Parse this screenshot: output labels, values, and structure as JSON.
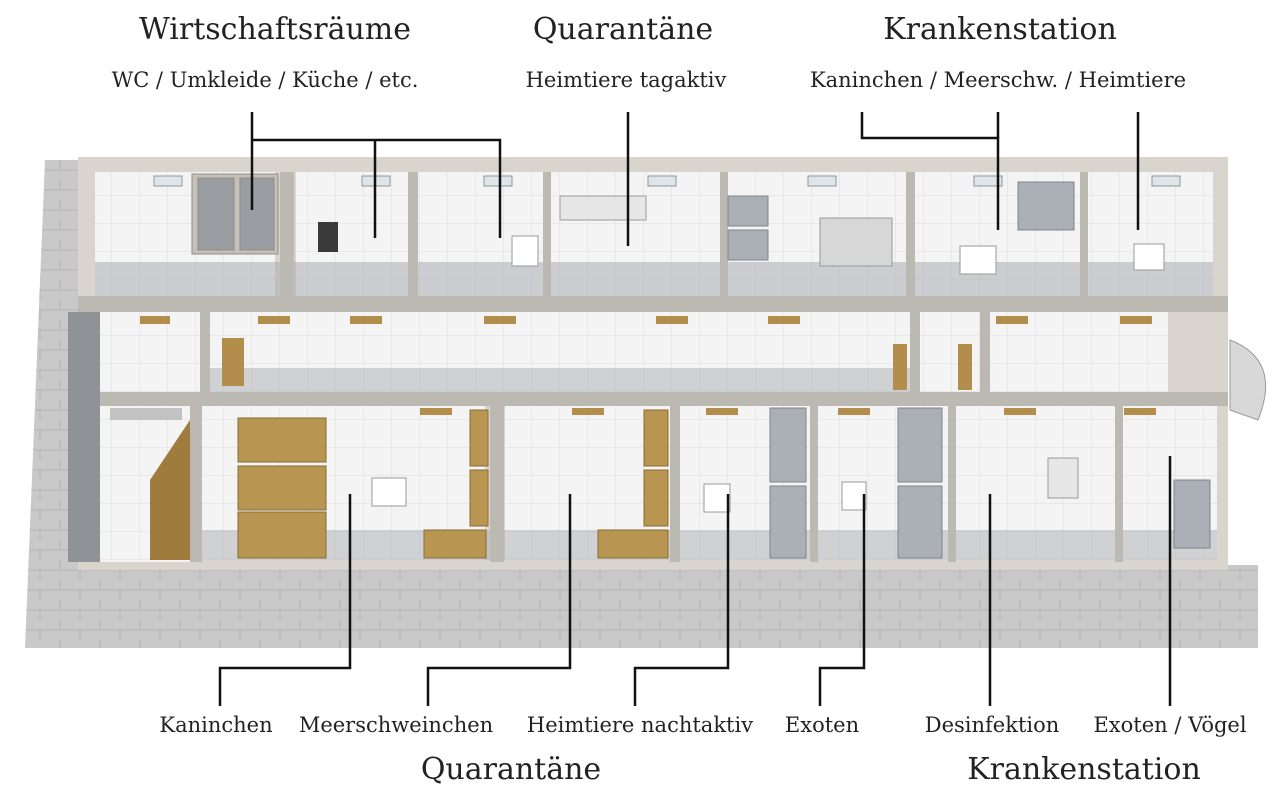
{
  "top": {
    "wirtschaft": {
      "heading": "Wirtschaftsräume",
      "sub": "WC / Umkleide / Küche / etc."
    },
    "quarantaene": {
      "heading": "Quarantäne",
      "sub": "Heimtiere tagaktiv"
    },
    "kranken": {
      "heading": "Krankenstation",
      "sub": "Kaninchen / Meerschw. / Heimtiere"
    }
  },
  "bottom": {
    "labels": [
      "Kaninchen",
      "Meerschweinchen",
      "Heimtiere nachtaktiv",
      "Exoten",
      "Desinfektion",
      "Exoten / Vögel"
    ],
    "quarantaene_heading": "Quarantäne",
    "kranken_heading": "Krankenstation"
  },
  "colors": {
    "wall": "#bcb8b2",
    "wall_top": "#d9d5ce",
    "floor_tile": "#f2f2f2",
    "floor_gray": "#9fa3a8",
    "wood": "#b28d4c",
    "brick_ground": "#c9c9c9",
    "line": "#111111"
  }
}
